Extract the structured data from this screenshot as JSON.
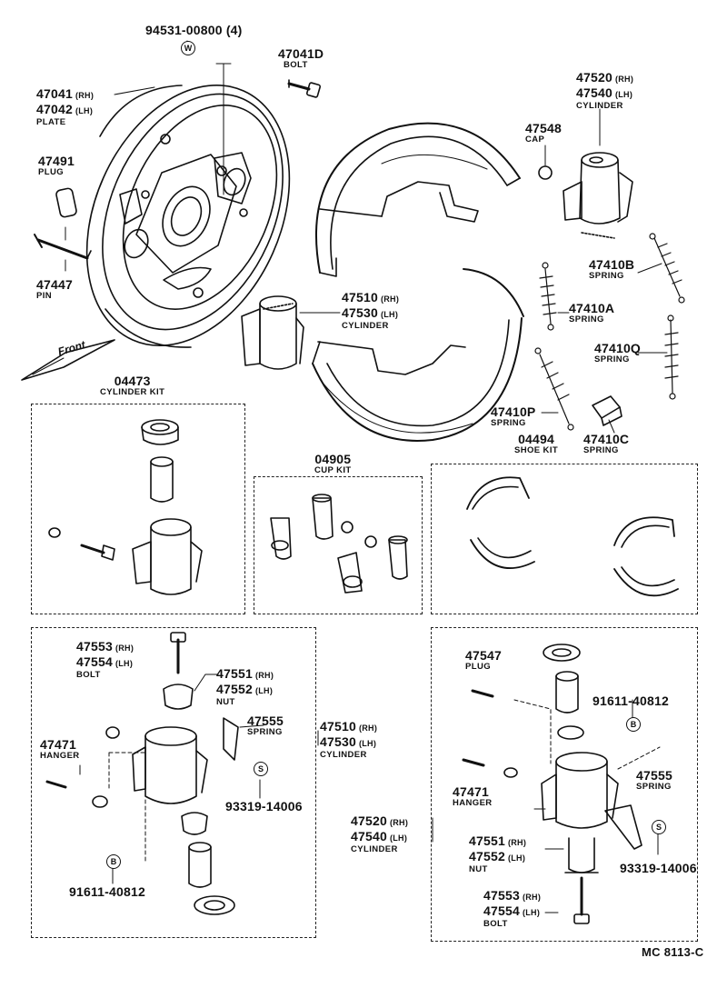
{
  "diagram_code": "MC 8113-C",
  "front_label": "Front",
  "markers": {
    "w": "W",
    "b": "B",
    "s": "S"
  },
  "top_labels": {
    "plate_bolt_qty": {
      "pn": "94531-00800 (4)"
    },
    "bolt": {
      "pn": "47041D",
      "name": "BOLT"
    },
    "plate": {
      "pn_rh": "47041",
      "side_rh": "(RH)",
      "pn_lh": "47042",
      "side_lh": "(LH)",
      "name": "PLATE"
    },
    "plug": {
      "pn": "47491",
      "name": "PLUG"
    },
    "pin": {
      "pn": "47447",
      "name": "PIN"
    },
    "rear_cylinder": {
      "pn_rh": "47520",
      "side_rh": "(RH)",
      "pn_lh": "47540",
      "side_lh": "(LH)",
      "name": "CYLINDER"
    },
    "cap": {
      "pn": "47548",
      "name": "CAP"
    },
    "spring_b": {
      "pn": "47410B",
      "name": "SPRING"
    },
    "spring_a": {
      "pn": "47410A",
      "name": "SPRING"
    },
    "front_cylinder": {
      "pn_rh": "47510",
      "side_rh": "(RH)",
      "pn_lh": "47530",
      "side_lh": "(LH)",
      "name": "CYLINDER"
    },
    "spring_q": {
      "pn": "47410Q",
      "name": "SPRING"
    },
    "spring_p": {
      "pn": "47410P",
      "name": "SPRING"
    },
    "spring_c": {
      "pn": "47410C",
      "name": "SPRING"
    },
    "cylinder_kit": {
      "pn": "04473",
      "name": "CYLINDER KIT"
    },
    "cup_kit": {
      "pn": "04905",
      "name": "CUP KIT"
    },
    "shoe_kit": {
      "pn": "04494",
      "name": "SHOE KIT"
    }
  },
  "left_detail": {
    "bolt": {
      "pn_rh": "47553",
      "side_rh": "(RH)",
      "pn_lh": "47554",
      "side_lh": "(LH)",
      "name": "BOLT"
    },
    "nut": {
      "pn_rh": "47551",
      "side_rh": "(RH)",
      "pn_lh": "47552",
      "side_lh": "(LH)",
      "name": "NUT"
    },
    "spring": {
      "pn": "47555",
      "name": "SPRING"
    },
    "hanger": {
      "pn": "47471",
      "name": "HANGER"
    },
    "cylinder": {
      "pn_rh": "47510",
      "side_rh": "(RH)",
      "pn_lh": "47530",
      "side_lh": "(LH)",
      "name": "CYLINDER"
    },
    "s_part": {
      "pn": "93319-14006"
    },
    "b_part": {
      "pn": "91611-40812"
    }
  },
  "right_detail": {
    "plug": {
      "pn": "47547",
      "name": "PLUG"
    },
    "b_part": {
      "pn": "91611-40812"
    },
    "spring": {
      "pn": "47555",
      "name": "SPRING"
    },
    "hanger": {
      "pn": "47471",
      "name": "HANGER"
    },
    "cylinder": {
      "pn_rh": "47520",
      "side_rh": "(RH)",
      "pn_lh": "47540",
      "side_lh": "(LH)",
      "name": "CYLINDER"
    },
    "nut": {
      "pn_rh": "47551",
      "side_rh": "(RH)",
      "pn_lh": "47552",
      "side_lh": "(LH)",
      "name": "NUT"
    },
    "s_part": {
      "pn": "93319-14006"
    },
    "bolt": {
      "pn_rh": "47553",
      "side_rh": "(RH)",
      "pn_lh": "47554",
      "side_lh": "(LH)",
      "name": "BOLT"
    }
  }
}
